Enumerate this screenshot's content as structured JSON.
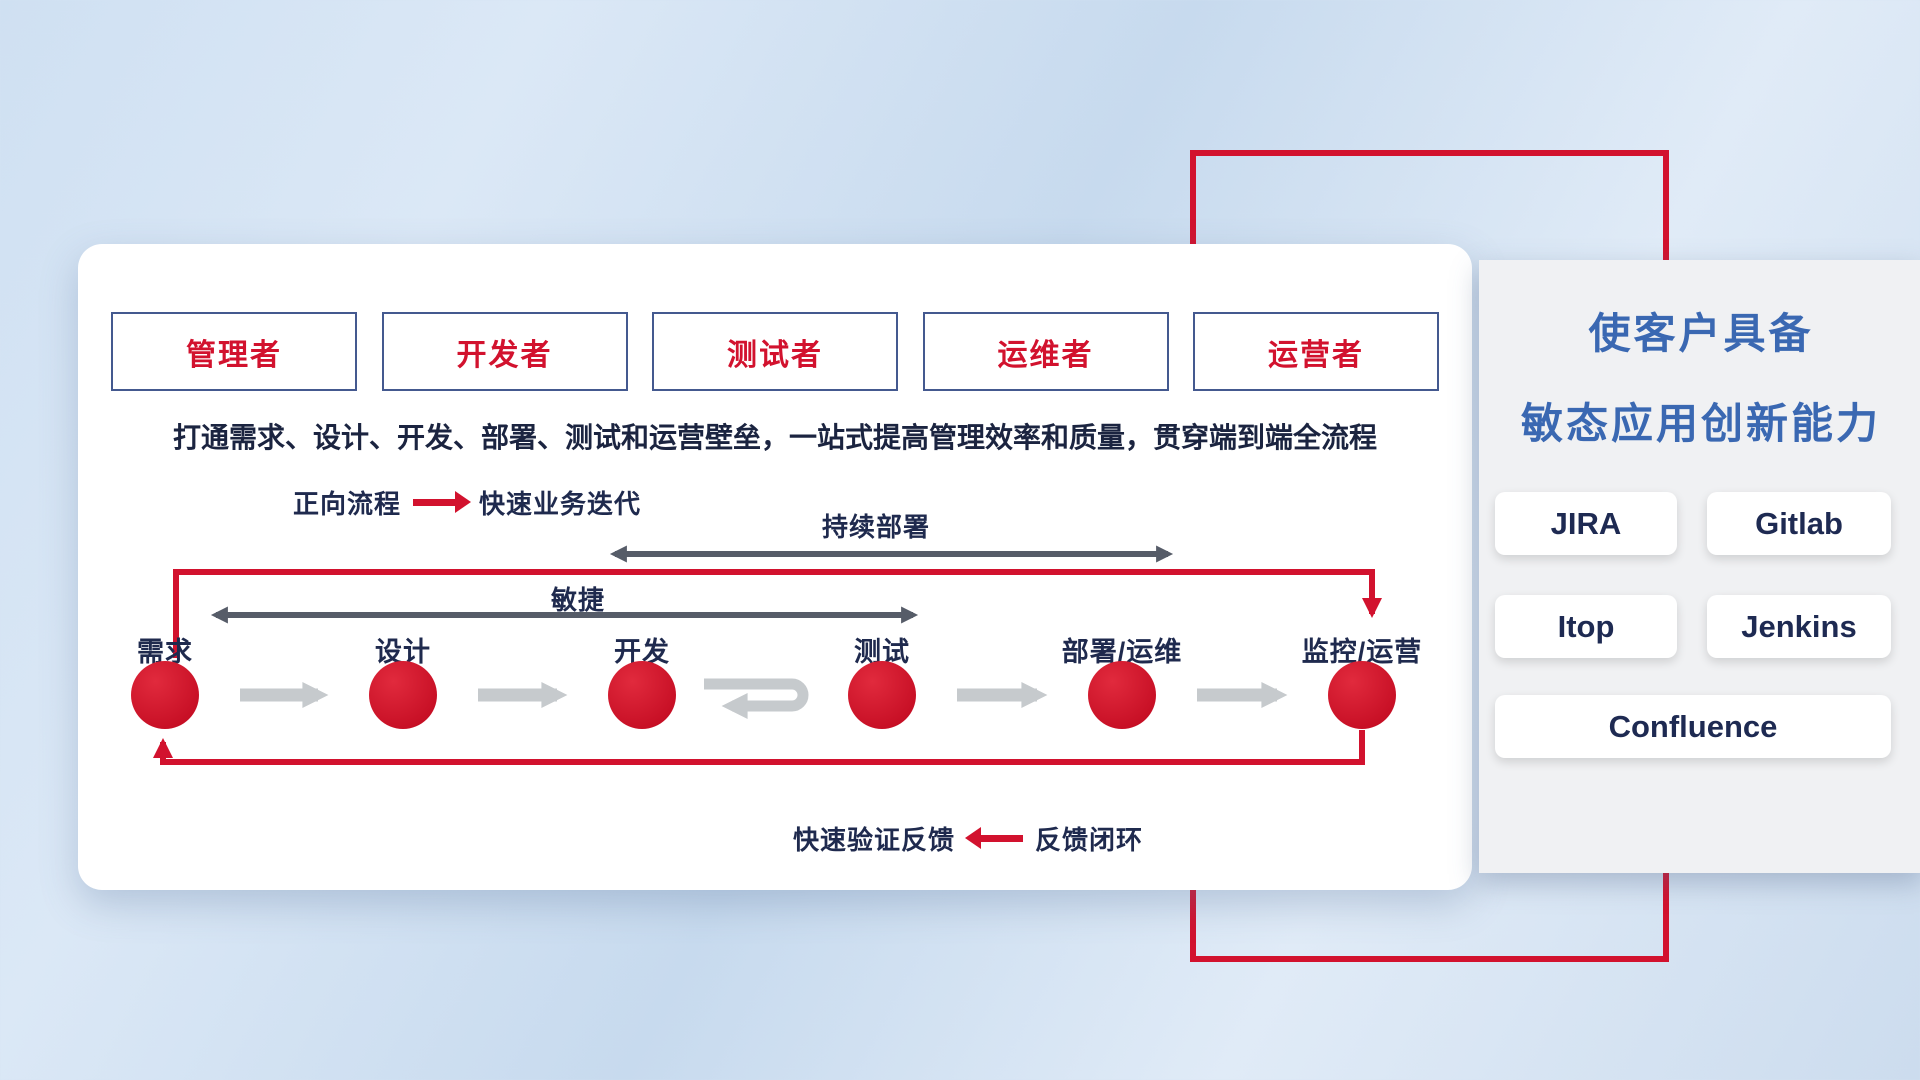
{
  "colors": {
    "accent_red": "#d2122e",
    "navy_text": "#1f2a4e",
    "title_blue": "#3a68b2",
    "panel_gray": "#f0f1f3",
    "gray_arrow": "#c6cacd",
    "dark_arrow": "#565c68"
  },
  "main": {
    "roles": [
      "管理者",
      "开发者",
      "测试者",
      "运维者",
      "运营者"
    ],
    "description": "打通需求、设计、开发、部署、测试和运营壁垒，一站式提高管理效率和质量，贯穿端到端全流程",
    "legend_forward": {
      "label": "正向流程",
      "value": "快速业务迭代"
    },
    "legend_feedback": {
      "label": "快速验证反馈",
      "value": "反馈闭环"
    },
    "flow": {
      "stages": [
        "需求",
        "设计",
        "开发",
        "测试",
        "部署/运维",
        "监控/运营"
      ],
      "agile_label": "敏捷",
      "cd_label": "持续部署"
    }
  },
  "side": {
    "title_line1": "使客户具备",
    "title_line2": "敏态应用创新能力",
    "tools": [
      "JIRA",
      "Gitlab",
      "Itop",
      "Jenkins",
      "Confluence"
    ]
  }
}
